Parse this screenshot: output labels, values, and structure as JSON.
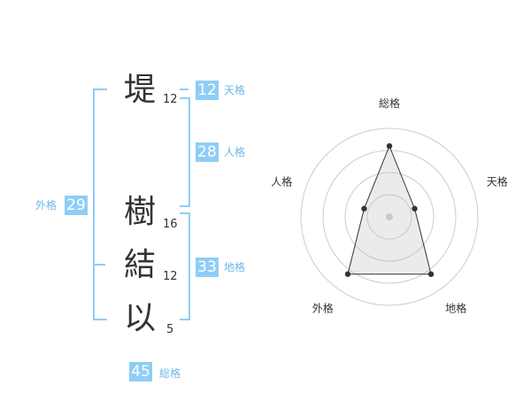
{
  "name_chars": [
    {
      "char": "堤",
      "strokes": "12"
    },
    {
      "char": "樹",
      "strokes": "16"
    },
    {
      "char": "結",
      "strokes": "12"
    },
    {
      "char": "以",
      "strokes": "5"
    }
  ],
  "fortune": {
    "tenkaku": {
      "label": "天格",
      "value": "12"
    },
    "jinkaku": {
      "label": "人格",
      "value": "28"
    },
    "chikaku": {
      "label": "地格",
      "value": "33"
    },
    "gaikaku": {
      "label": "外格",
      "value": "29"
    },
    "soukaku": {
      "label": "総格",
      "value": "45"
    }
  },
  "colors": {
    "accent": "#8fcdf6",
    "text": "#333333"
  },
  "chart_data": {
    "type": "radar",
    "axes": [
      "総格",
      "天格",
      "地格",
      "外格",
      "人格"
    ],
    "values": [
      0.8,
      0.3,
      0.8,
      0.8,
      0.3
    ],
    "scale": [
      0,
      1
    ],
    "rings": 4,
    "grid": true
  }
}
